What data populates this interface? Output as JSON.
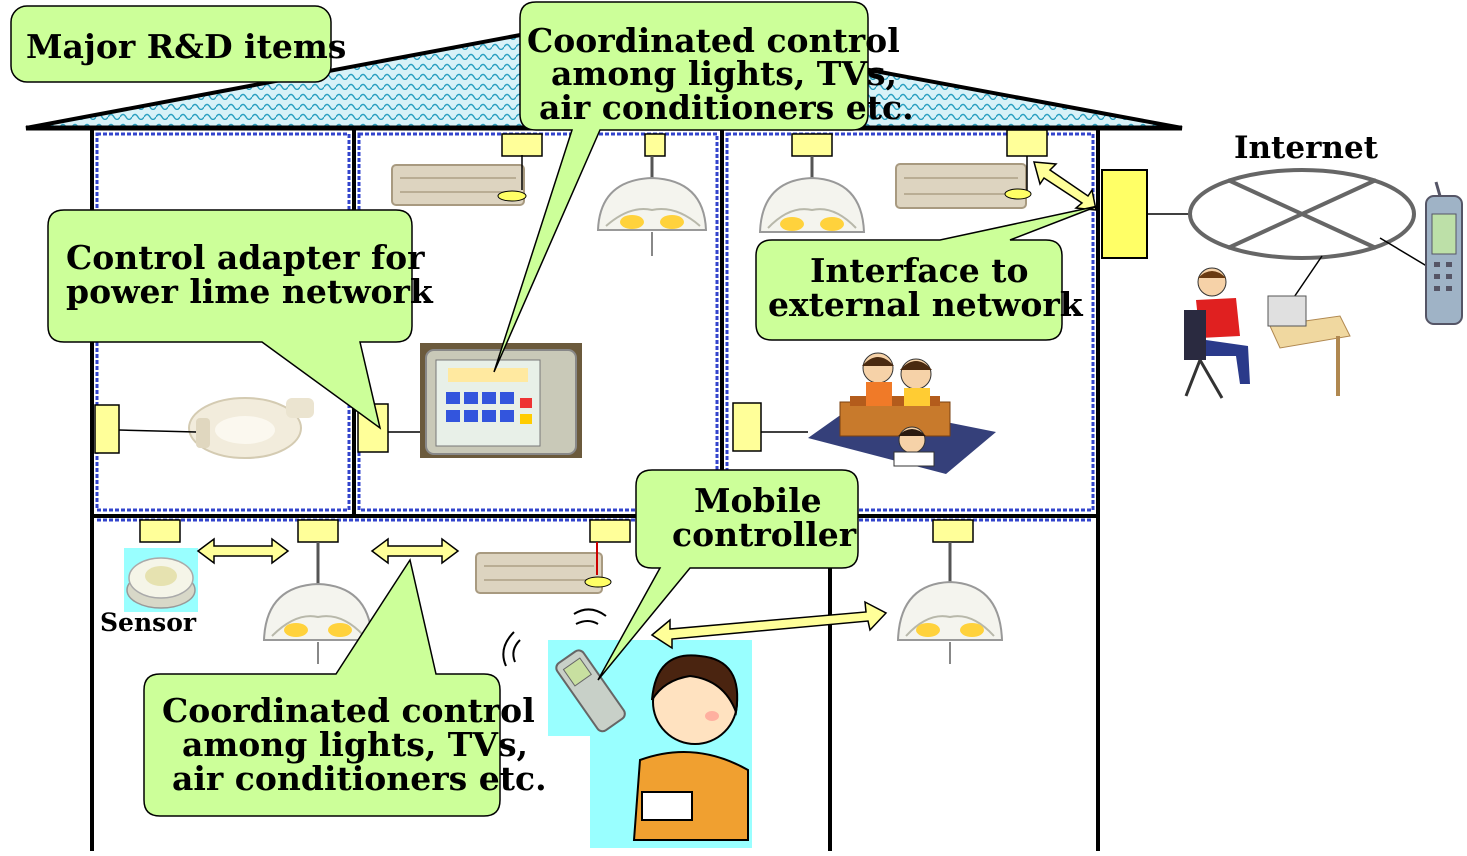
{
  "title": {
    "text": "Major R&D items"
  },
  "callouts": {
    "top_coordinated": {
      "lines": [
        "Coordinated control",
        "among lights, TVs,",
        "air conditioners etc."
      ]
    },
    "control_adapter": {
      "lines": [
        "Control adapter for",
        "power lime network"
      ]
    },
    "interface": {
      "lines": [
        "Interface to",
        "external network"
      ]
    },
    "mobile": {
      "lines": [
        "Mobile",
        "controller"
      ]
    },
    "bottom_coordinated": {
      "lines": [
        "Coordinated control",
        "among lights, TVs,",
        "air conditioners etc."
      ]
    }
  },
  "labels": {
    "internet": "Internet",
    "sensor": "Sensor"
  },
  "colors": {
    "callout_fill": "#ccff99",
    "adapter_fill": "#ffff99",
    "interface_fill": "#ffff66",
    "roof_fill": "#bfe8f2",
    "sky_fill": "#99ffff",
    "network_border": "#3344cc",
    "arrow_fill": "#ffff99"
  },
  "icons": [
    "house-outline",
    "roof-pattern",
    "adapter-box-icon",
    "air-conditioner-icon",
    "ceiling-lamp-icon",
    "tv-panel-icon",
    "toilet-seat-icon",
    "family-kotatsu-icon",
    "sensor-icon",
    "woman-with-phone-icon",
    "mobile-phone-icon",
    "user-at-desk-icon",
    "internet-globe-icon",
    "radio-waves-icon"
  ]
}
